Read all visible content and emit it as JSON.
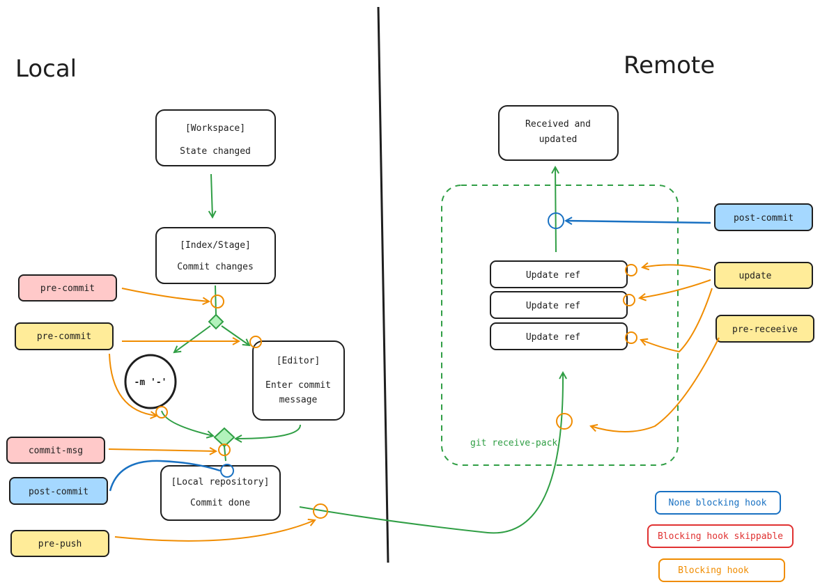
{
  "sections": {
    "local": "Local",
    "remote": "Remote"
  },
  "nodes": {
    "workspace": {
      "line1": "[Workspace]",
      "line2": "State changed"
    },
    "index": {
      "line1": "[Index/Stage]",
      "line2": "Commit changes"
    },
    "editor": {
      "line1": "[Editor]",
      "line2": "Enter commit",
      "line3": "message"
    },
    "m_flag": {
      "text": "-m '-'"
    },
    "local_repo": {
      "line1": "[Local repository]",
      "line2": "Commit done"
    },
    "received": {
      "line1": "Received and",
      "line2": "updated"
    },
    "update_ref_1": {
      "text": "Update ref"
    },
    "update_ref_2": {
      "text": "Update ref"
    },
    "update_ref_3": {
      "text": "Update ref"
    },
    "receive_pack": {
      "text": "git receive-pack"
    }
  },
  "hooks": {
    "pre_commit_1": {
      "text": "pre-commit",
      "kind": "blocking-skippable"
    },
    "pre_commit_2": {
      "text": "pre-commit",
      "kind": "blocking"
    },
    "commit_msg": {
      "text": "commit-msg",
      "kind": "blocking-skippable"
    },
    "post_commit_local": {
      "text": "post-commit",
      "kind": "non-blocking"
    },
    "pre_push": {
      "text": "pre-push",
      "kind": "blocking"
    },
    "post_commit_remote": {
      "text": "post-commit",
      "kind": "non-blocking"
    },
    "update": {
      "text": "update",
      "kind": "blocking"
    },
    "pre_receive": {
      "text": "pre-receeive",
      "kind": "blocking"
    }
  },
  "legend": {
    "non_blocking": "None blocking hook",
    "blocking_skippable": "Blocking hook skippable",
    "blocking": "Blocking hook"
  },
  "colors": {
    "flow": "#2f9e44",
    "blocking": "#f08c00",
    "non_blocking": "#1971c2",
    "skippable": "#e03131",
    "pink_fill": "#ffc9c9",
    "yellow_fill": "#ffec99",
    "blue_fill": "#a5d8ff",
    "diamond_fill": "#b2f2bb"
  }
}
